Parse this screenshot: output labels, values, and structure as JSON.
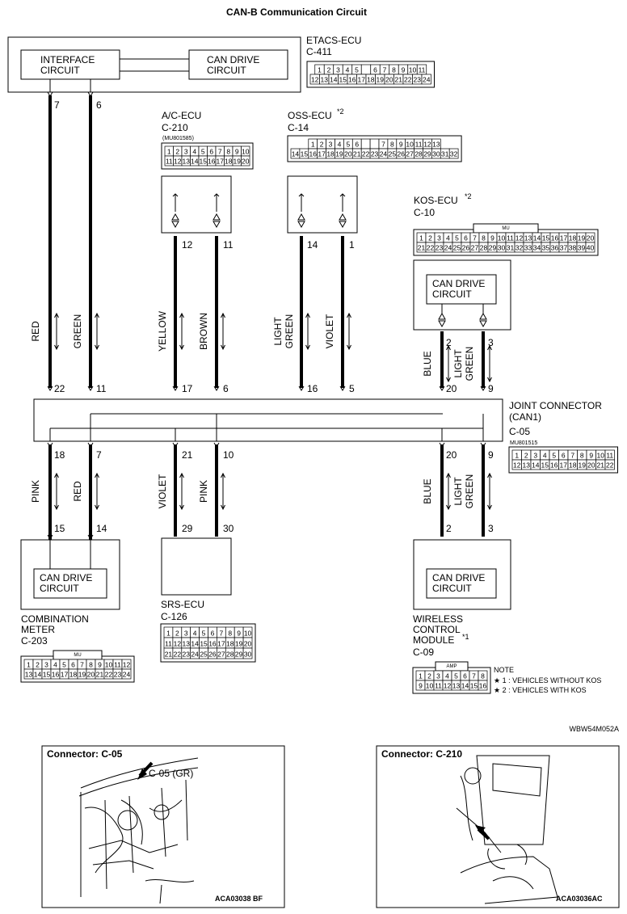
{
  "title": "CAN-B Communication Circuit",
  "etacs": {
    "name": "ETACS-ECU",
    "connector": "C-411",
    "interface_circuit": [
      "INTERFACE",
      "CIRCUIT"
    ],
    "can_drive_circuit": [
      "CAN DRIVE",
      "CIRCUIT"
    ],
    "pins_top": [
      "1",
      "2",
      "3",
      "4",
      "5",
      "",
      "6",
      "7",
      "8",
      "9",
      "10",
      "11"
    ],
    "pins_bottom": [
      "12",
      "13",
      "14",
      "15",
      "16",
      "17",
      "18",
      "19",
      "20",
      "21",
      "22",
      "23",
      "24"
    ]
  },
  "ac_ecu": {
    "name": "A/C-ECU",
    "connector": "C-210",
    "part_no": "(MU801585)",
    "pins_top": [
      "1",
      "2",
      "3",
      "4",
      "5",
      "6",
      "7",
      "8",
      "9",
      "10"
    ],
    "pins_bottom": [
      "11",
      "12",
      "13",
      "14",
      "15",
      "16",
      "17",
      "18",
      "19",
      "20"
    ]
  },
  "oss_ecu": {
    "name": "OSS-ECU",
    "mark": "*2",
    "connector": "C-14",
    "pins_top": [
      "1",
      "2",
      "3",
      "4",
      "5",
      "6",
      "",
      "",
      "7",
      "8",
      "9",
      "10",
      "11",
      "12",
      "13"
    ],
    "pins_bottom": [
      "14",
      "15",
      "16",
      "17",
      "18",
      "19",
      "20",
      "21",
      "22",
      "23",
      "24",
      "25",
      "26",
      "27",
      "28",
      "29",
      "30",
      "31",
      "32"
    ]
  },
  "kos_ecu": {
    "name": "KOS-ECU",
    "mark": "*2",
    "connector": "C-10",
    "tag": "MU",
    "can_drive_circuit": [
      "CAN DRIVE",
      "CIRCUIT"
    ],
    "pins_top": [
      "1",
      "2",
      "3",
      "4",
      "5",
      "6",
      "7",
      "8",
      "9",
      "10",
      "11",
      "12",
      "13",
      "14",
      "15",
      "16",
      "17",
      "18",
      "19",
      "20"
    ],
    "pins_bottom": [
      "21",
      "22",
      "23",
      "24",
      "25",
      "26",
      "27",
      "28",
      "29",
      "30",
      "31",
      "32",
      "33",
      "34",
      "35",
      "36",
      "37",
      "38",
      "39",
      "40"
    ]
  },
  "wires_upper": [
    {
      "id": "etacs-7",
      "top_pin": "7",
      "bottom_pin": "22",
      "color": "RED"
    },
    {
      "id": "etacs-6",
      "top_pin": "6",
      "bottom_pin": "11",
      "color": "GREEN"
    },
    {
      "id": "ac-12",
      "top_pin": "12",
      "bottom_pin": "17",
      "color": "YELLOW"
    },
    {
      "id": "ac-11",
      "top_pin": "11",
      "bottom_pin": "6",
      "color": "BROWN"
    },
    {
      "id": "oss-14",
      "top_pin": "14",
      "bottom_pin": "16",
      "color": "LIGHT GREEN"
    },
    {
      "id": "oss-1",
      "top_pin": "1",
      "bottom_pin": "5",
      "color": "VIOLET"
    },
    {
      "id": "kos-2",
      "top_pin": "2",
      "bottom_pin": "20",
      "color": "BLUE"
    },
    {
      "id": "kos-3",
      "top_pin": "3",
      "bottom_pin": "9",
      "color": "LIGHT GREEN"
    }
  ],
  "joint_connector": {
    "name": [
      "JOINT CONNECTOR",
      "(CAN1)"
    ],
    "connector": "C-05",
    "part_no": "MU801515",
    "pins_top": [
      "1",
      "2",
      "3",
      "4",
      "5",
      "6",
      "7",
      "8",
      "9",
      "10",
      "11"
    ],
    "pins_bottom": [
      "12",
      "13",
      "14",
      "15",
      "16",
      "17",
      "18",
      "19",
      "20",
      "21",
      "22"
    ]
  },
  "wires_lower": [
    {
      "id": "meter-15",
      "top_pin": "18",
      "bottom_pin": "15",
      "color": "PINK"
    },
    {
      "id": "meter-14",
      "top_pin": "7",
      "bottom_pin": "14",
      "color": "RED"
    },
    {
      "id": "srs-29",
      "top_pin": "21",
      "bottom_pin": "29",
      "color": "VIOLET"
    },
    {
      "id": "srs-30",
      "top_pin": "10",
      "bottom_pin": "30",
      "color": "PINK"
    },
    {
      "id": "wcm-2",
      "top_pin": "20",
      "bottom_pin": "2",
      "color": "BLUE"
    },
    {
      "id": "wcm-3",
      "top_pin": "9",
      "bottom_pin": "3",
      "color": "LIGHT GREEN"
    }
  ],
  "combination_meter": {
    "name": [
      "COMBINATION",
      "METER"
    ],
    "connector": "C-203",
    "tag": "MU",
    "can_drive_circuit": [
      "CAN DRIVE",
      "CIRCUIT"
    ],
    "pins_top": [
      "1",
      "2",
      "3",
      "4",
      "5",
      "6",
      "7",
      "8",
      "9",
      "10",
      "11",
      "12"
    ],
    "pins_bottom": [
      "13",
      "14",
      "15",
      "16",
      "17",
      "18",
      "19",
      "20",
      "21",
      "22",
      "23",
      "24"
    ]
  },
  "srs_ecu": {
    "name": "SRS-ECU",
    "connector": "C-126",
    "pins_row1": [
      "1",
      "2",
      "3",
      "4",
      "5",
      "6",
      "7",
      "8",
      "9",
      "10"
    ],
    "pins_row2": [
      "11",
      "12",
      "13",
      "14",
      "15",
      "16",
      "17",
      "18",
      "19",
      "20"
    ],
    "pins_row3": [
      "21",
      "22",
      "23",
      "24",
      "25",
      "26",
      "27",
      "28",
      "29",
      "30"
    ]
  },
  "wireless_module": {
    "name": [
      "WIRELESS",
      "CONTROL",
      "MODULE"
    ],
    "mark": "*1",
    "connector": "C-09",
    "tag": "AMP",
    "can_drive_circuit": [
      "CAN DRIVE",
      "CIRCUIT"
    ],
    "pins_top": [
      "1",
      "2",
      "3",
      "4",
      "5",
      "6",
      "7",
      "8"
    ],
    "pins_bottom": [
      "9",
      "10",
      "11",
      "12",
      "13",
      "14",
      "15",
      "16"
    ]
  },
  "note": {
    "heading": "NOTE",
    "lines": [
      "★ 1 : VEHICLES WITHOUT KOS",
      "★ 2 : VEHICLES WITH KOS"
    ]
  },
  "diagram_code": "WBW54M052A",
  "inset_left": {
    "title": "Connector: C-05",
    "callout": "C-05 (GR)",
    "code": "ACA03038 BF"
  },
  "inset_right": {
    "title": "Connector: C-210",
    "code": "ACA03036AC"
  }
}
